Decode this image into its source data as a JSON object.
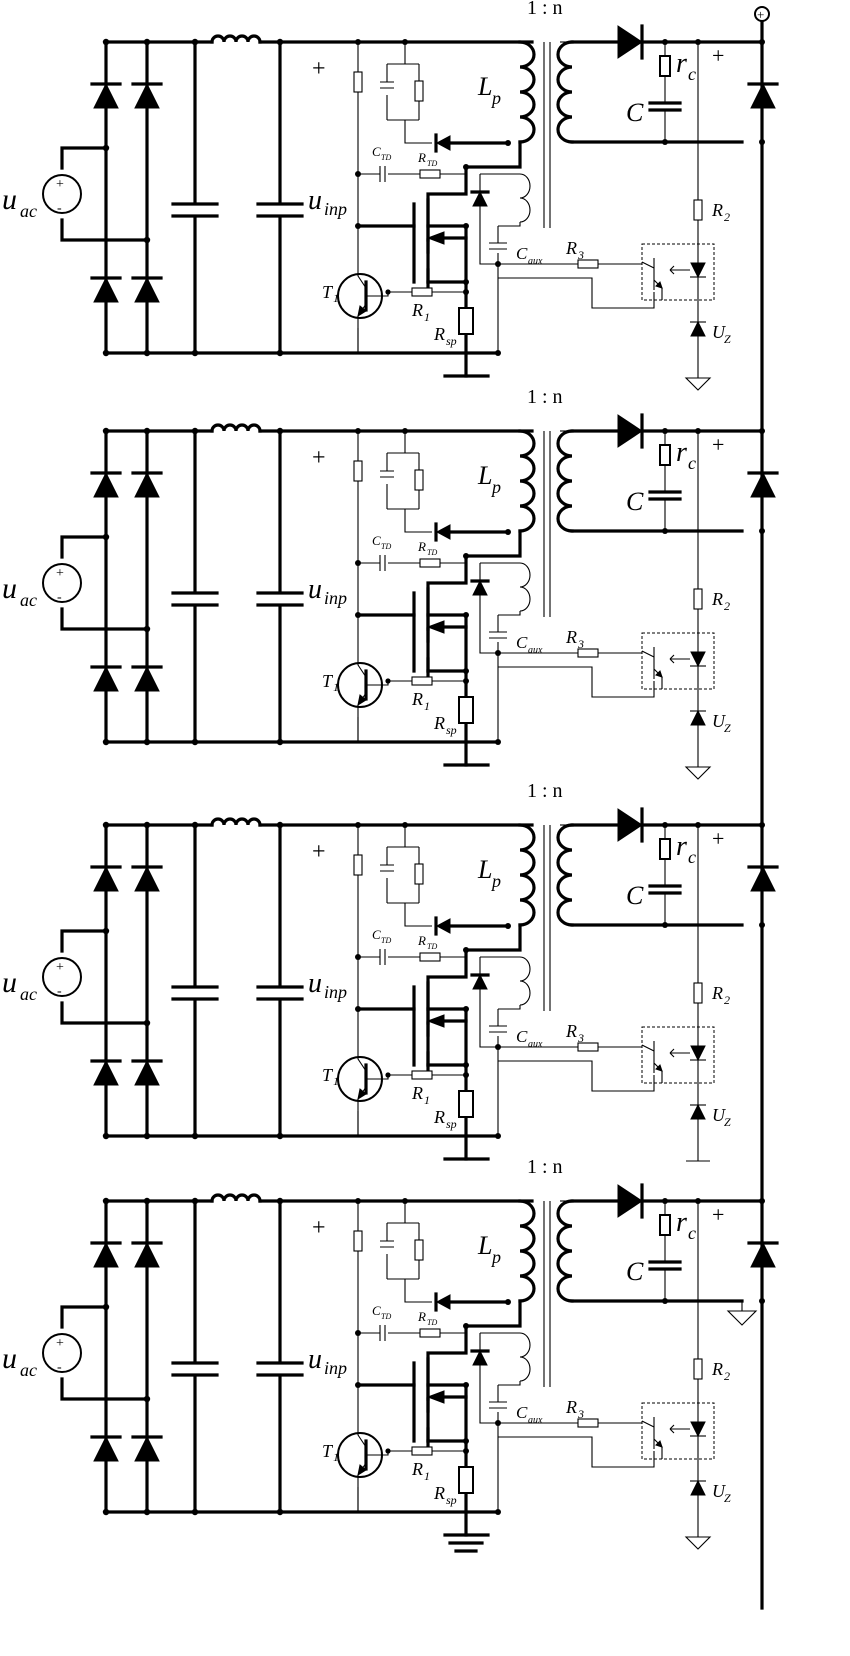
{
  "diagram": {
    "modules": [
      {
        "id": 1,
        "labels": {
          "ratio": "1 : n",
          "source": "u",
          "source_sub": "ac",
          "input_voltage": "u",
          "input_voltage_sub": "inp",
          "primary_inductance": "L",
          "primary_inductance_sub": "p",
          "rc": "r",
          "rc_sub": "c",
          "cap": "C",
          "ctd": "C",
          "ctd_sub": "TD",
          "rtd": "R",
          "rtd_sub": "TD",
          "caux": "C",
          "caux_sub": "aux",
          "r1": "R",
          "r1_sub": "1",
          "r2": "R",
          "r2_sub": "2",
          "r3": "R",
          "r3_sub": "3",
          "rsp": "R",
          "rsp_sub": "sp",
          "t1": "T",
          "t1_sub": "1",
          "uz": "U",
          "uz_sub": "Z",
          "plus_in": "+",
          "plus_out": "+"
        },
        "output_terminal": "positive-terminal",
        "bottom_ground": "chassis-ground",
        "secondary_ground": "none"
      },
      {
        "id": 2,
        "labels": {
          "ratio": "1 : n",
          "source": "u",
          "source_sub": "ac",
          "input_voltage": "u",
          "input_voltage_sub": "inp",
          "primary_inductance": "L",
          "primary_inductance_sub": "p",
          "rc": "r",
          "rc_sub": "c",
          "cap": "C",
          "ctd": "C",
          "ctd_sub": "TD",
          "rtd": "R",
          "rtd_sub": "TD",
          "caux": "C",
          "caux_sub": "aux",
          "r1": "R",
          "r1_sub": "1",
          "r2": "R",
          "r2_sub": "2",
          "r3": "R",
          "r3_sub": "3",
          "rsp": "R",
          "rsp_sub": "sp",
          "t1": "T",
          "t1_sub": "1",
          "uz": "U",
          "uz_sub": "Z",
          "plus_in": "+",
          "plus_out": "+"
        },
        "output_terminal": "none",
        "bottom_ground": "chassis-ground",
        "secondary_ground": "none"
      },
      {
        "id": 3,
        "labels": {
          "ratio": "1 : n",
          "source": "u",
          "source_sub": "ac",
          "input_voltage": "u",
          "input_voltage_sub": "inp",
          "primary_inductance": "L",
          "primary_inductance_sub": "p",
          "rc": "r",
          "rc_sub": "c",
          "cap": "C",
          "ctd": "C",
          "ctd_sub": "TD",
          "rtd": "R",
          "rtd_sub": "TD",
          "caux": "C",
          "caux_sub": "aux",
          "r1": "R",
          "r1_sub": "1",
          "r2": "R",
          "r2_sub": "2",
          "r3": "R",
          "r3_sub": "3",
          "rsp": "R",
          "rsp_sub": "sp",
          "t1": "T",
          "t1_sub": "1",
          "uz": "U",
          "uz_sub": "Z",
          "plus_in": "+",
          "plus_out": "+"
        },
        "output_terminal": "none",
        "bottom_ground": "chassis-ground",
        "secondary_ground": "none"
      },
      {
        "id": 4,
        "labels": {
          "ratio": "1 : n",
          "source": "u",
          "source_sub": "ac",
          "input_voltage": "u",
          "input_voltage_sub": "inp",
          "primary_inductance": "L",
          "primary_inductance_sub": "p",
          "rc": "r",
          "rc_sub": "c",
          "cap": "C",
          "ctd": "C",
          "ctd_sub": "TD",
          "rtd": "R",
          "rtd_sub": "TD",
          "caux": "C",
          "caux_sub": "aux",
          "r1": "R",
          "r1_sub": "1",
          "r2": "R",
          "r2_sub": "2",
          "r3": "R",
          "r3_sub": "3",
          "rsp": "R",
          "rsp_sub": "sp",
          "t1": "T",
          "t1_sub": "1",
          "uz": "U",
          "uz_sub": "Z",
          "plus_in": "+",
          "plus_out": "+"
        },
        "output_terminal": "none",
        "bottom_ground": "chassis-ground",
        "secondary_ground": "signal-ground"
      }
    ]
  }
}
